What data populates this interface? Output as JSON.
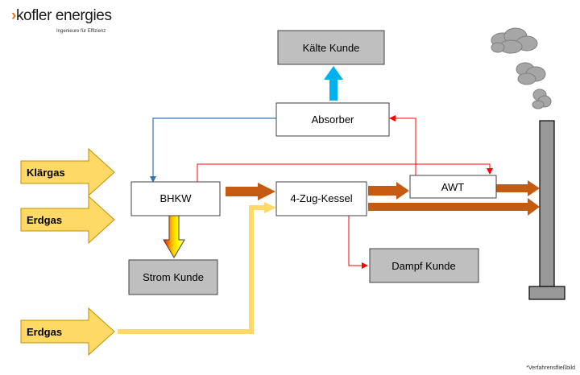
{
  "logo": {
    "mark": "›",
    "name": "kofler energies",
    "tagline": "Ingenieure für Effizienz"
  },
  "nodes": {
    "kaelte_kunde": "Kälte Kunde",
    "absorber": "Absorber",
    "bhkw": "BHKW",
    "kessel": "4-Zug-Kessel",
    "awt": "AWT",
    "strom_kunde": "Strom Kunde",
    "dampf_kunde": "Dampf Kunde"
  },
  "inputs": {
    "klaergas": "Klärgas",
    "erdgas_1": "Erdgas",
    "erdgas_2": "Erdgas"
  },
  "footnote": "*Verfahrensfließbild",
  "colors": {
    "customer_box": "#bfbfbf",
    "gas_arrow": "#ffd966",
    "hot_flow": "#c55a11",
    "gas_line": "#ffd966",
    "cold_arrow": "#00b0f0",
    "blue_line": "#2e75b6",
    "red_line": "#ff0000",
    "chimney": "#999999",
    "smoke": "#a6a6a6"
  }
}
